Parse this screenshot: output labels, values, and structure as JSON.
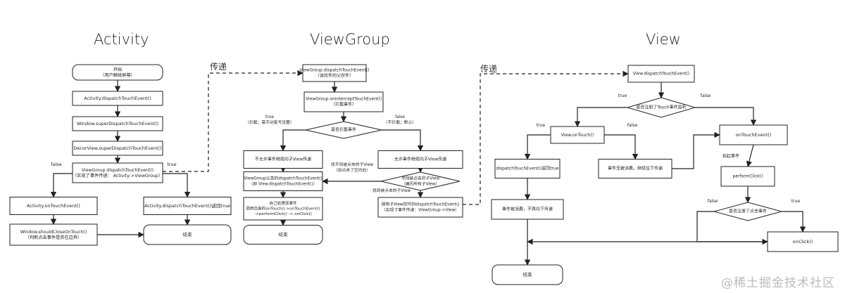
{
  "columns": {
    "activity": "Activity",
    "viewgroup": "ViewGroup",
    "view": "View"
  },
  "pass_labels": [
    "传递",
    "传递"
  ],
  "watermark": "@稀土掘金技术社区",
  "nodes": {
    "a_start": [
      "开始",
      "（用户触碰屏幕）"
    ],
    "a_dispatch": [
      "Activity.dispatchTouchEvent()"
    ],
    "a_window": [
      "Window.superDispatchTouchEvent()"
    ],
    "a_decor": [
      "DecorView.superDispatchTouchEvent()"
    ],
    "a_vg_dispatch": [
      "ViewGroup.dispatchTouchEvent()",
      "（实现了事件传递：  Activity->ViewGroup）"
    ],
    "a_ontouch": [
      "Activity.onTouchEvent()"
    ],
    "a_dispatch_true": [
      "Activity.dispatchTouchEvent()返回true"
    ],
    "a_should_close": [
      "Window.shouldCloseOnTouch()",
      "（判断点击事件是否在边界）"
    ],
    "a_end": [
      "结束"
    ],
    "g_dispatch": [
      "ViewGroup.dispatchTouchEvent()",
      "（该控件的父控件）"
    ],
    "g_intercept": [
      "ViewGroup.onInterceptTouchEvent()",
      "（拦截事件）"
    ],
    "g_is_intercept": [
      "是否拦截事件"
    ],
    "g_no_pass": [
      "不允许事件继续向子View传递"
    ],
    "g_allow_pass": [
      "允许事件继续向子View传递"
    ],
    "g_parent_dispatch": [
      "ViewGroup父类的dispatchTouchEvent()",
      "（即 View.dispatchTouchEvent()）"
    ],
    "g_find_child": [
      "寻找被点击的子View",
      "（遍历所有子View）"
    ],
    "g_handle_self": [
      "自己处理该事件",
      "调用自身的onTouch()->onTouchEvent()",
      "->performClick() -> onClick()"
    ],
    "g_call_child": [
      "调用子View控件的dispatchTouchEvent()",
      "（实现了事件传递：ViewGroup->View）"
    ],
    "g_end": [
      "结束"
    ],
    "v_dispatch": [
      "View.dispatchTouchEvent()"
    ],
    "v_registered_touch": [
      "是否注册了Touch事件监听"
    ],
    "v_ontouch": [
      "View.onTouch()"
    ],
    "v_ontouchevent": [
      "onTouchEvent()"
    ],
    "v_dispatch_true": [
      "dispatchTouchEvent()返回true"
    ],
    "v_not_consumed": [
      "事件无被消费，继续往下传递"
    ],
    "v_consumed": [
      "事件被消费，不再向下传递"
    ],
    "v_perform_click": [
      "performClick()"
    ],
    "v_registered_click": [
      "是否注册了点击事件"
    ],
    "v_onclick": [
      "onClick()"
    ],
    "v_end": [
      "结束"
    ]
  },
  "edge_labels": {
    "a_false": "false",
    "a_true": "true",
    "g_true": [
      "true",
      "（拦截；需手动复写设置）"
    ],
    "g_false": [
      "false",
      "（不拦截；默认）"
    ],
    "g_not_found": [
      "找不到被点击的子View",
      "（如点击了空白处）"
    ],
    "g_found": "找到被点击的子View",
    "v_true1": "true",
    "v_false1": "false",
    "v_true2": "true",
    "v_false2": "false",
    "v_press": "抬起事件",
    "v_false3": "false",
    "v_true3": "true"
  }
}
